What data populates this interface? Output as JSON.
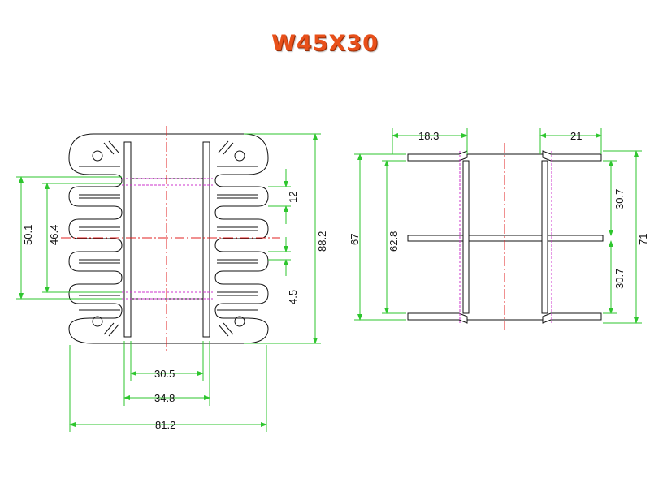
{
  "title": "W45X30",
  "front_view": {
    "dims": {
      "overall_width": "81.2",
      "inner_width": "30.5",
      "flange_span": "34.8",
      "overall_height": "88.2",
      "outer_slot_span": "50.1",
      "inner_slot_span": "46.4",
      "slot_pitch": "12",
      "slot_width": "4.5"
    }
  },
  "side_view": {
    "dims": {
      "left_offset": "18.3",
      "right_offset": "21",
      "inner_height": "67",
      "winding_height": "62.8",
      "upper_half": "30.7",
      "lower_half": "30.7",
      "overall_height": "71"
    }
  },
  "colors": {
    "title": "#e8501a",
    "dimension": "#2ec62e",
    "outline": "#111111",
    "centerline": "#e02020",
    "hidden": "#cc33cc"
  }
}
